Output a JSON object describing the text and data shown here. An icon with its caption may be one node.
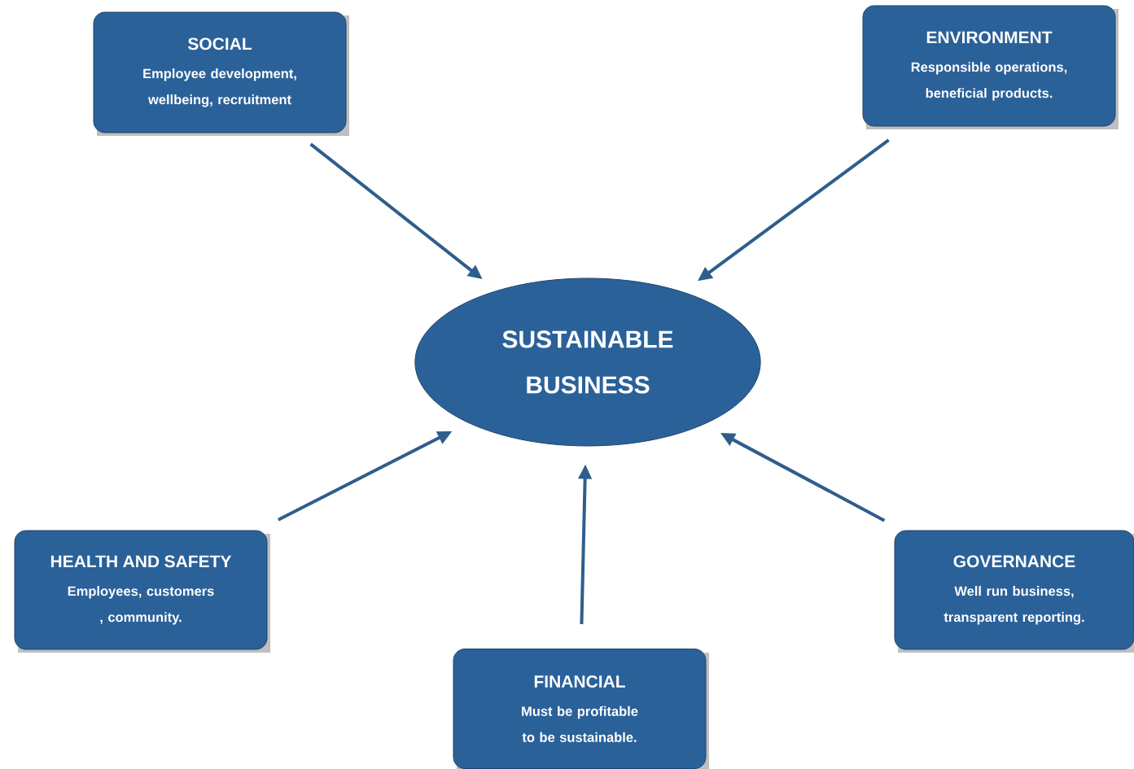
{
  "diagram": {
    "nodes": [
      {
        "text": [
          "SOCIAL",
          "Employee development, wellbeing, recruitment"
        ]
      },
      {
        "text": [
          "ENVIRONMENT",
          "Responsible operations, beneficial products."
        ]
      },
      {
        "text": [
          "SUSTAINABLE BUSINESS"
        ]
      },
      {
        "text": [
          "HEALTH AND SAFETY",
          "Employees, customers , community."
        ]
      },
      {
        "text": [
          "FINANCIAL",
          "Must be profitable to be sustainable."
        ]
      },
      {
        "text": [
          "GOVERNANCE",
          "Well run business, transparent reporting."
        ]
      }
    ],
    "edges": [
      {
        "from": 0,
        "to": 2,
        "arrow": "to"
      },
      {
        "from": 1,
        "to": 2,
        "arrow": "to"
      },
      {
        "from": 3,
        "to": 2,
        "arrow": "to"
      },
      {
        "from": 4,
        "to": 2,
        "arrow": "to"
      },
      {
        "from": 5,
        "to": 2,
        "arrow": "to"
      }
    ]
  }
}
